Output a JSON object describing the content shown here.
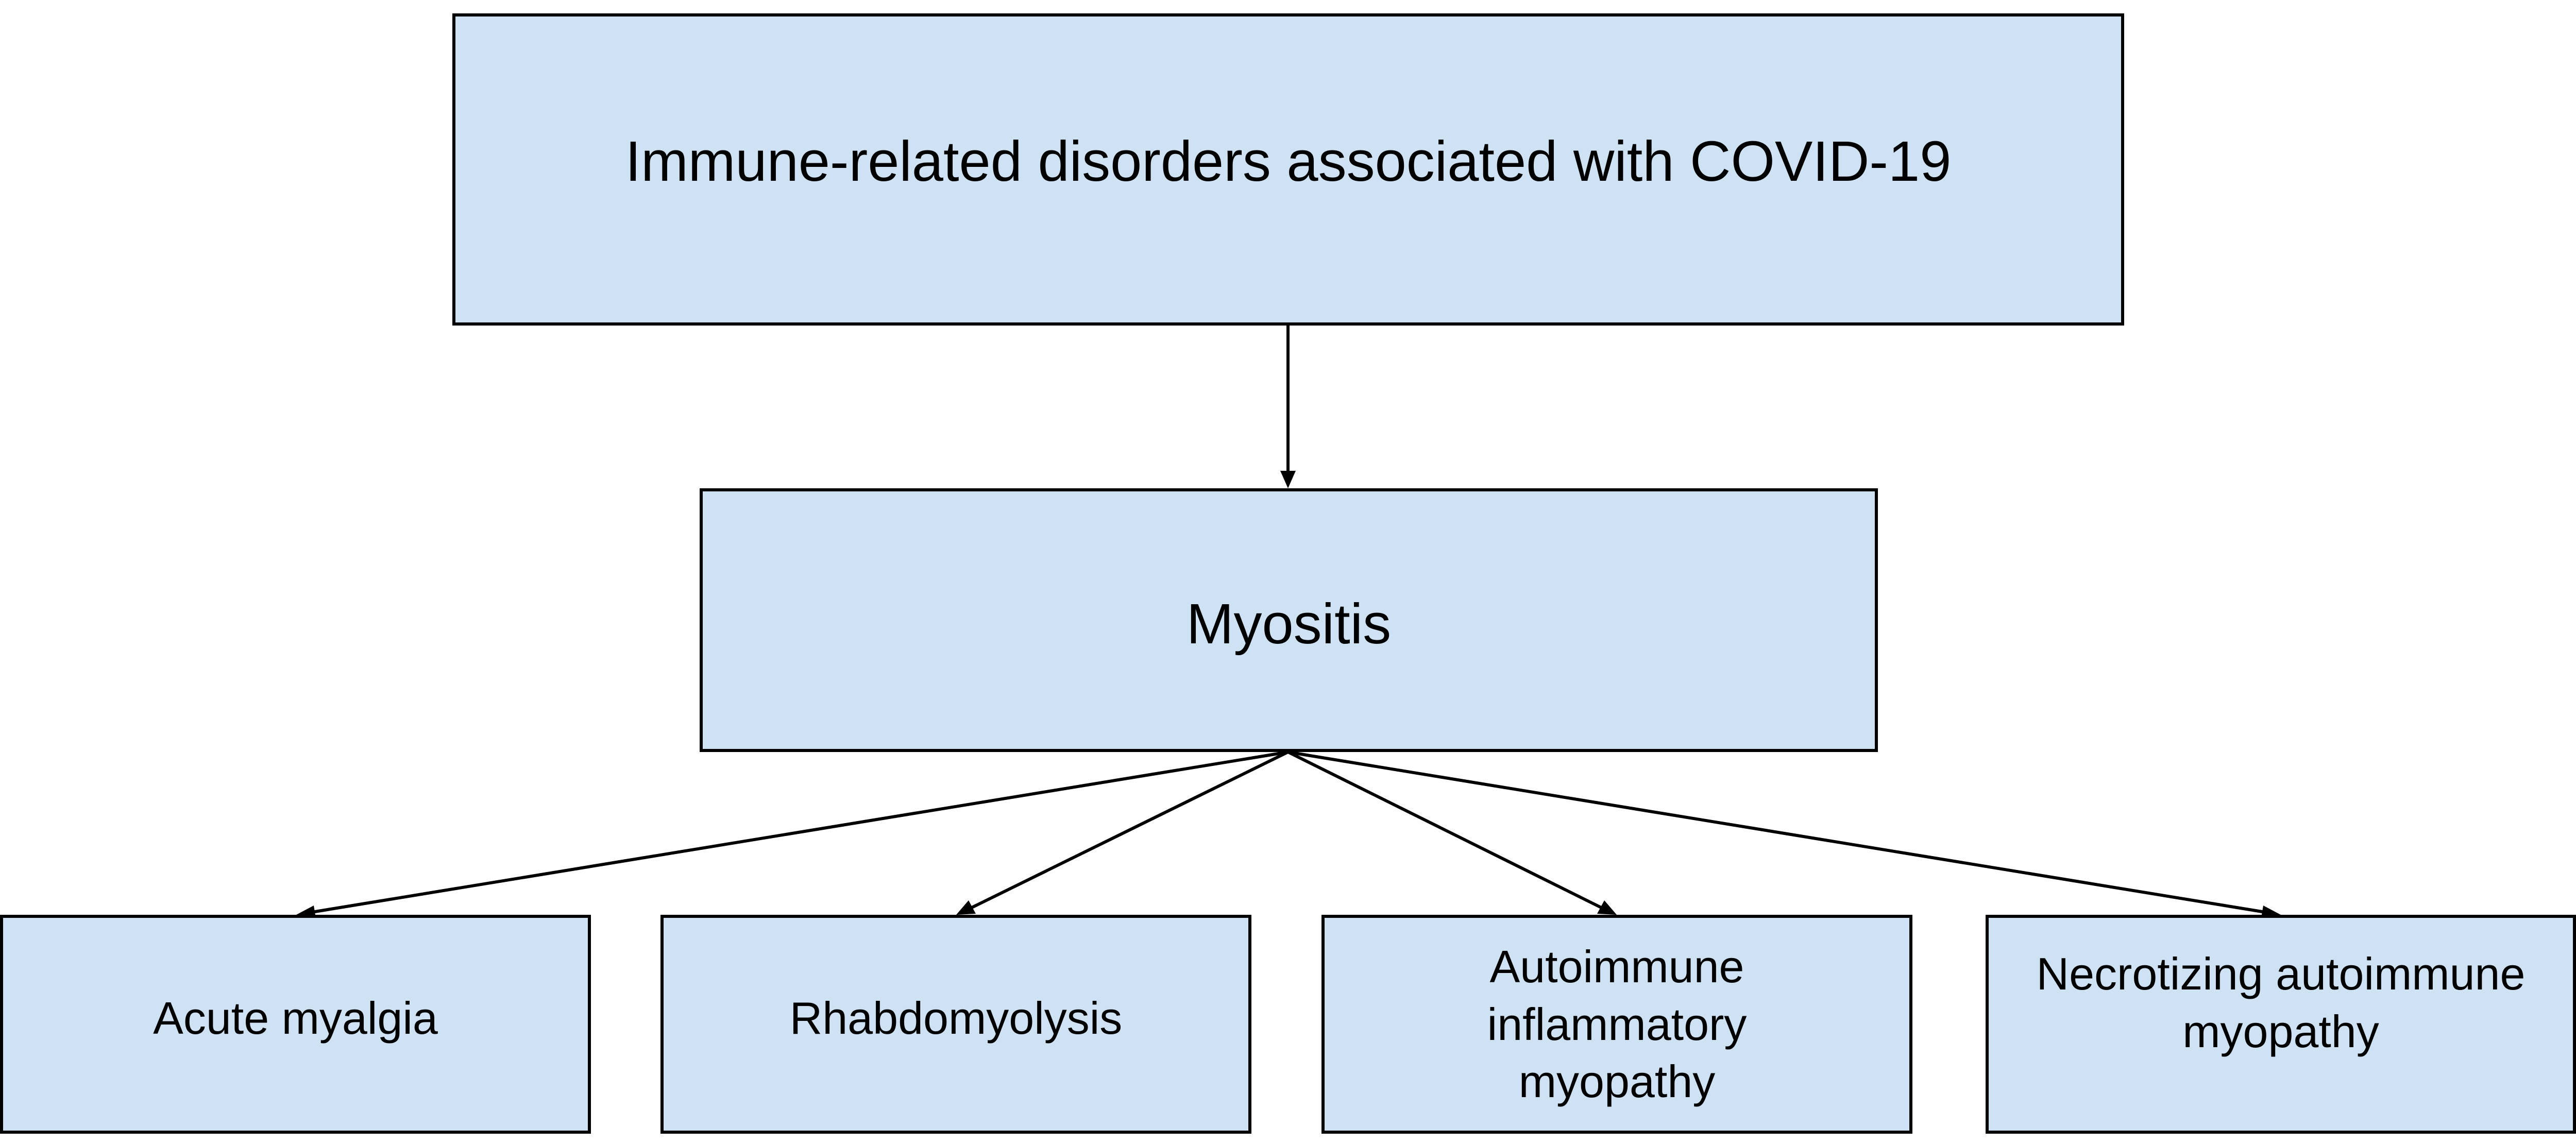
{
  "diagram": {
    "root": {
      "label": "Immune-related disorders associated with COVID-19"
    },
    "middle": {
      "label": "Myositis"
    },
    "leaves": [
      {
        "label": "Acute myalgia"
      },
      {
        "label": "Rhabdomyolysis"
      },
      {
        "label": "Autoimmune\ninflammatory\nmyopathy"
      },
      {
        "label": "Necrotizing autoimmune\nmyopathy"
      }
    ],
    "colors": {
      "box_fill": "#cfe2f3",
      "border": "#000000",
      "arrow": "#000000"
    },
    "edges": [
      {
        "from": "root",
        "to": "middle"
      },
      {
        "from": "middle",
        "to": "leaf-1"
      },
      {
        "from": "middle",
        "to": "leaf-2"
      },
      {
        "from": "middle",
        "to": "leaf-3"
      },
      {
        "from": "middle",
        "to": "leaf-4"
      }
    ]
  }
}
